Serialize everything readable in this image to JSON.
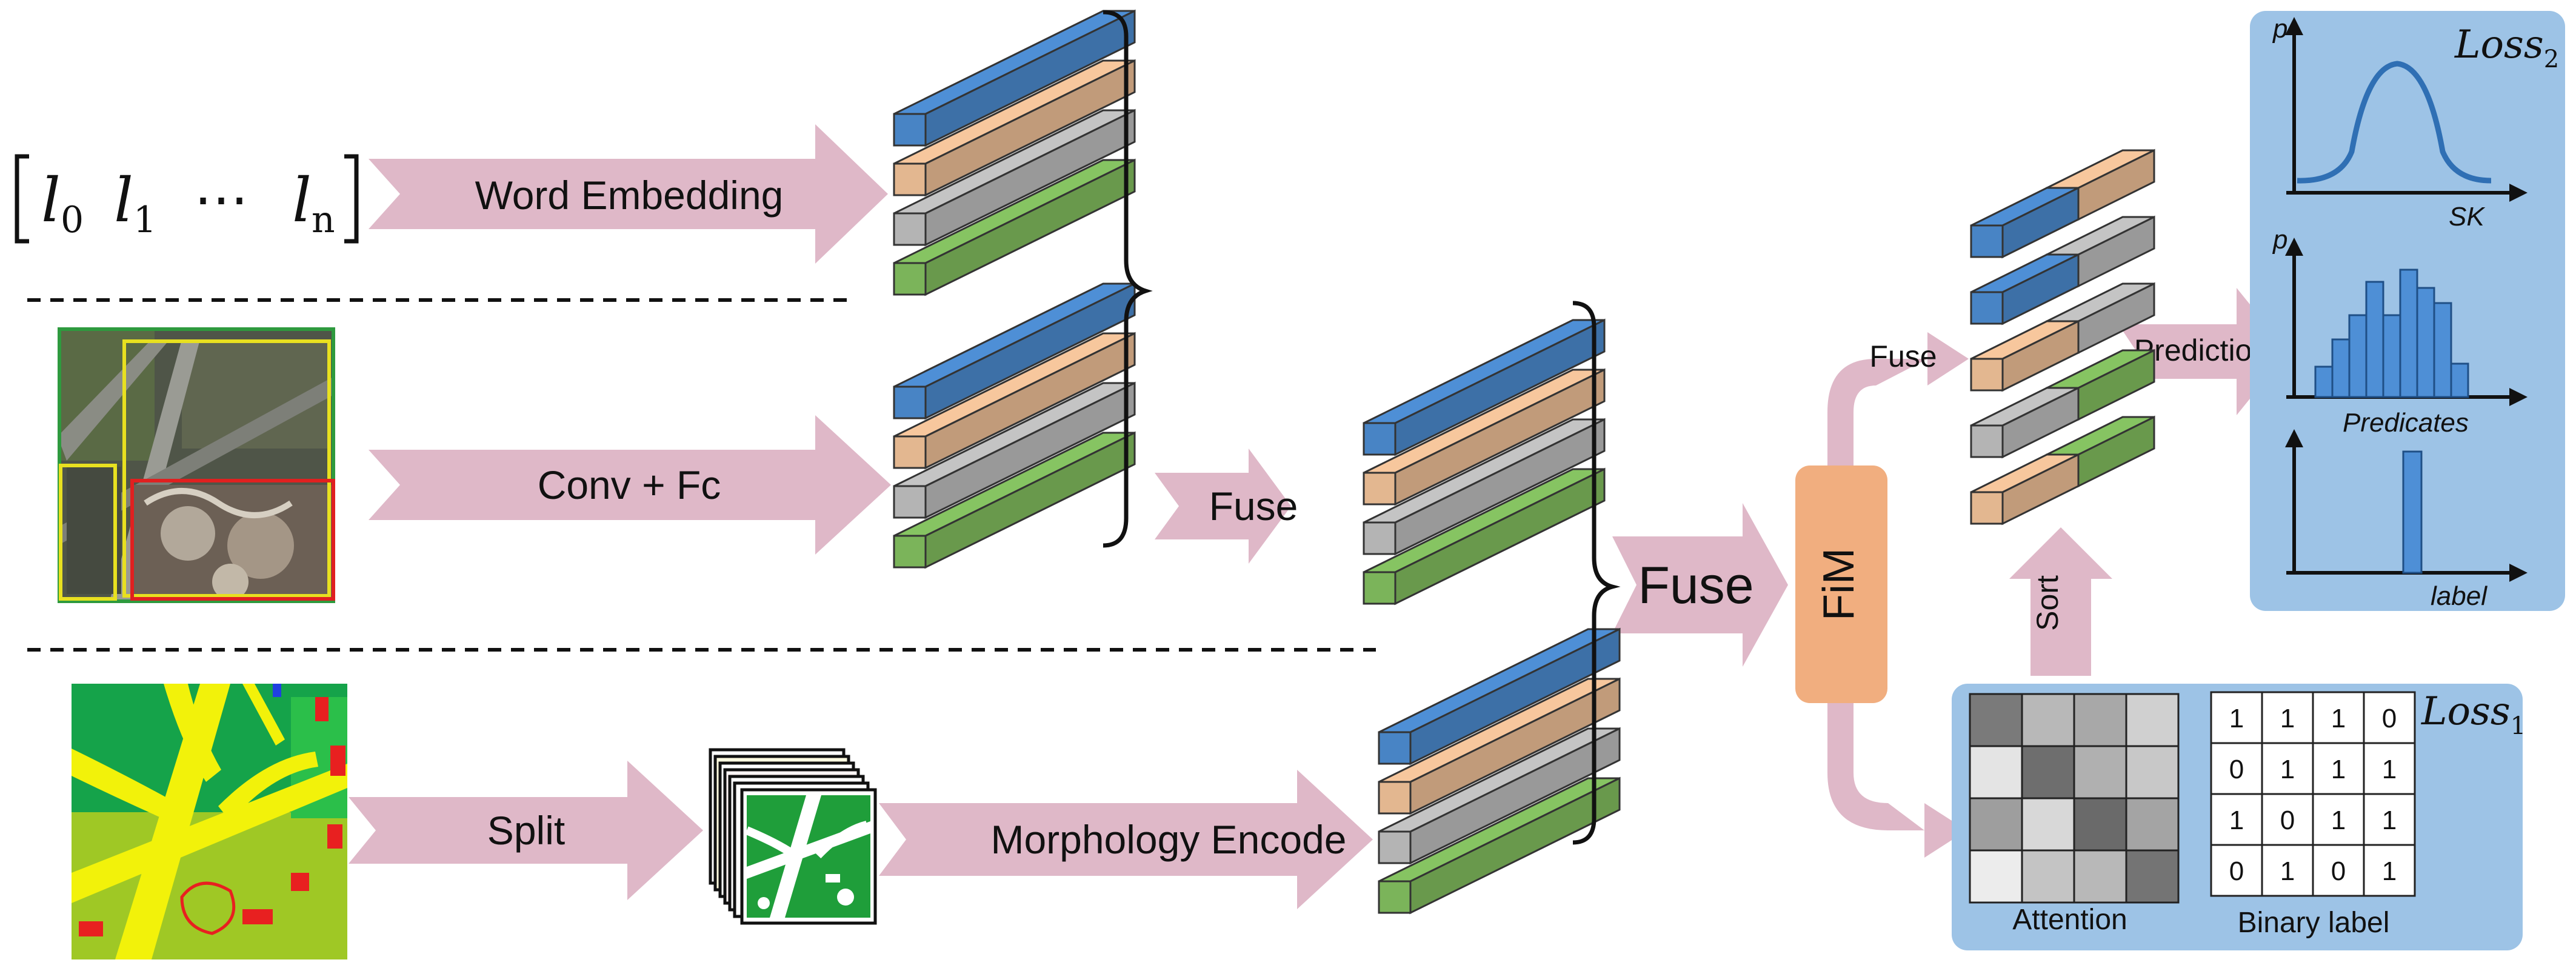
{
  "colors": {
    "arrow": "#dfb8c8",
    "blue": "#4e8fd6",
    "orange": "#f7c79d",
    "gray": "#c4c4c4",
    "green": "#86c462",
    "panel": "#9dc3e6",
    "fim": "#f1ae7f"
  },
  "word_sequence": {
    "items": [
      {
        "base": "l",
        "sub": "0"
      },
      {
        "base": "l",
        "sub": "1"
      },
      {
        "base": "⋯",
        "sub": ""
      },
      {
        "base": "l",
        "sub": "n"
      }
    ]
  },
  "arrows": {
    "word_embedding": "Word Embedding",
    "conv_fc": "Conv + Fc",
    "split": "Split",
    "morphology_encode": "Morphology Encode",
    "fuse_small": "Fuse",
    "fuse_big": "Fuse",
    "fuse_top": "Fuse",
    "prediction": "Prediction",
    "sort": "Sort"
  },
  "fim": {
    "label": "FiM"
  },
  "loss1_panel": {
    "loss": {
      "base": "Loss",
      "sub": "1"
    },
    "attention_label": "Attention",
    "binary_label_caption": "Binary label",
    "attention_shades": [
      [
        "#7a7a7a",
        "#b8b8b8",
        "#a8a8a8",
        "#d0d0d0"
      ],
      [
        "#e4e4e4",
        "#6e6e6e",
        "#b0b0b0",
        "#c8c8c8"
      ],
      [
        "#9e9e9e",
        "#d8d8d8",
        "#6a6a6a",
        "#a4a4a4"
      ],
      [
        "#ececec",
        "#c4c4c4",
        "#b8b8b8",
        "#747474"
      ]
    ],
    "binary_matrix": [
      [
        "1",
        "1",
        "1",
        "0"
      ],
      [
        "0",
        "1",
        "1",
        "1"
      ],
      [
        "1",
        "0",
        "1",
        "1"
      ],
      [
        "0",
        "1",
        "0",
        "1"
      ]
    ]
  },
  "loss2_panel": {
    "loss": {
      "base": "Loss",
      "sub": "2"
    },
    "charts": [
      {
        "ylabel": "p",
        "xlabel": "SK"
      },
      {
        "ylabel": "p",
        "xlabel": "Predicates"
      },
      {
        "ylabel": "",
        "xlabel": "label"
      }
    ]
  }
}
